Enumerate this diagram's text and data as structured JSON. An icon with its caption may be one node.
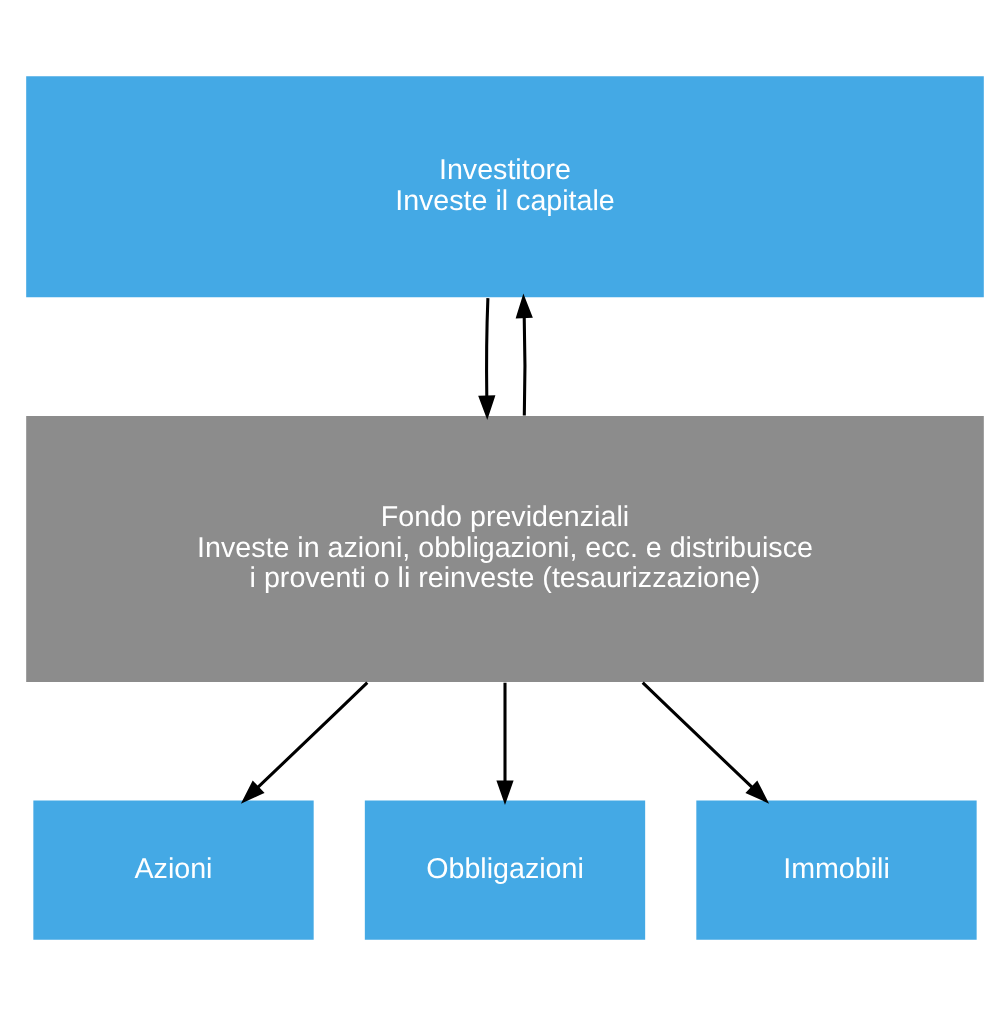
{
  "diagram": {
    "nodes": [
      {
        "text": [
          "Investitore",
          "Investe il capitale"
        ]
      },
      {
        "text": [
          "Fondo previdenziali",
          "Investe in azioni, obbligazioni, ecc. e distribuisce i proventi o li reinveste (tesaurizzazione)"
        ]
      },
      {
        "text": [
          "Azioni"
        ]
      },
      {
        "text": [
          "Obbligazioni"
        ]
      },
      {
        "text": [
          "Immobili"
        ]
      }
    ],
    "edges": [
      {
        "from": 1,
        "to": 0,
        "arrow": "to"
      },
      {
        "from": 0,
        "to": 1,
        "arrow": "to"
      },
      {
        "from": 1,
        "to": 2,
        "arrow": "to"
      },
      {
        "from": 1,
        "to": 3,
        "arrow": "to"
      },
      {
        "from": 1,
        "to": 4,
        "arrow": "to"
      }
    ]
  }
}
